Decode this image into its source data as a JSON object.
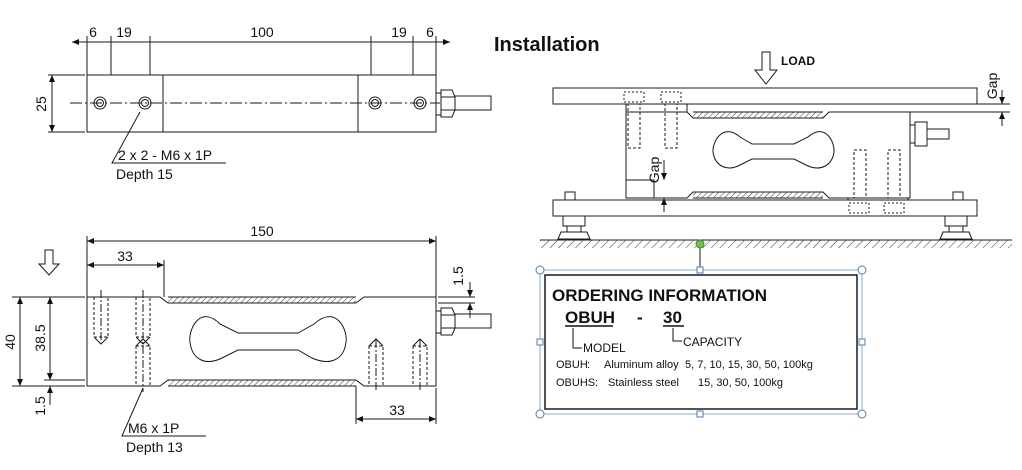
{
  "top_view": {
    "dims": {
      "d6_left": "6",
      "d19_left": "19",
      "d100": "100",
      "d19_right": "19",
      "d6_right": "6",
      "d25": "25"
    },
    "note_line1": "2 x 2 - M6 x 1P",
    "note_line2": "Depth 15"
  },
  "side_view": {
    "dims": {
      "d150": "150",
      "d33_top": "33",
      "d1_5_top": "1.5",
      "d40": "40",
      "d38_5": "38.5",
      "d1_5_bottom": "1.5",
      "d33_bottom": "33"
    },
    "note_line1": "M6 x 1P",
    "note_line2": "Depth 13"
  },
  "installation": {
    "title": "Installation",
    "load_label": "LOAD",
    "gap_top": "Gap",
    "gap_inner": "Gap"
  },
  "ordering": {
    "title": "ORDERING INFORMATION",
    "model_code": "OBUH",
    "dash": "-",
    "capacity_code": "30",
    "model_label": "MODEL",
    "capacity_label": "CAPACITY",
    "rows": [
      {
        "code": "OBUH",
        "sep": " : ",
        "material": "Aluminum alloy",
        "capacities": "5, 7, 10, 15, 30, 50, 100kg"
      },
      {
        "code": "OBUHS",
        "sep": ": ",
        "material": "Stainless steel",
        "capacities": "15, 30, 50, 100kg"
      }
    ]
  },
  "colors": {
    "line": "#1a1a1a",
    "selection_handle": "#4a7bbf",
    "rotate_handle": "#6cc24a"
  }
}
